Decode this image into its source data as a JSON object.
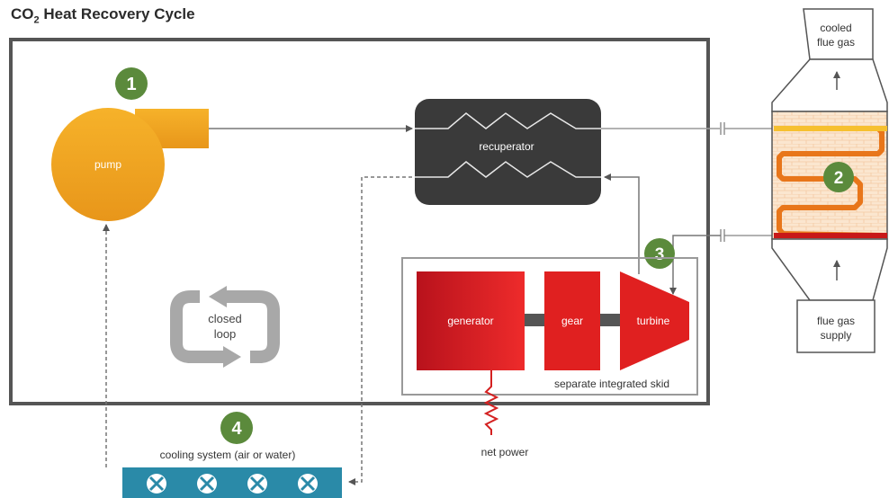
{
  "title": {
    "prefix": "CO",
    "subscript": "2",
    "suffix": " Heat Recovery Cycle"
  },
  "steps": [
    {
      "number": "1"
    },
    {
      "number": "2"
    },
    {
      "number": "3"
    },
    {
      "number": "4"
    }
  ],
  "labels": {
    "pump": "pump",
    "recuperator": "recuperator",
    "closed_loop_line1": "closed",
    "closed_loop_line2": "loop",
    "generator": "generator",
    "gear": "gear",
    "turbine": "turbine",
    "skid": "separate integrated skid",
    "net_power": "net power",
    "cooling_system": "cooling system (air or water)",
    "cooled_flue_gas_line1": "cooled",
    "cooled_flue_gas_line2": "flue gas",
    "flue_gas_supply_line1": "flue gas",
    "flue_gas_supply_line2": "supply"
  },
  "colors": {
    "badge_green": "#5b8a3c",
    "pump_orange": "#f0a020",
    "recuperator_dark": "#3a3a3a",
    "skid_red": "#e02020",
    "cooling_teal": "#2a8aa8",
    "loop_gray": "#a8a8a8"
  },
  "icons": [
    "fan-icon",
    "fan-icon",
    "fan-icon",
    "fan-icon",
    "closed-loop-arrows-icon"
  ]
}
